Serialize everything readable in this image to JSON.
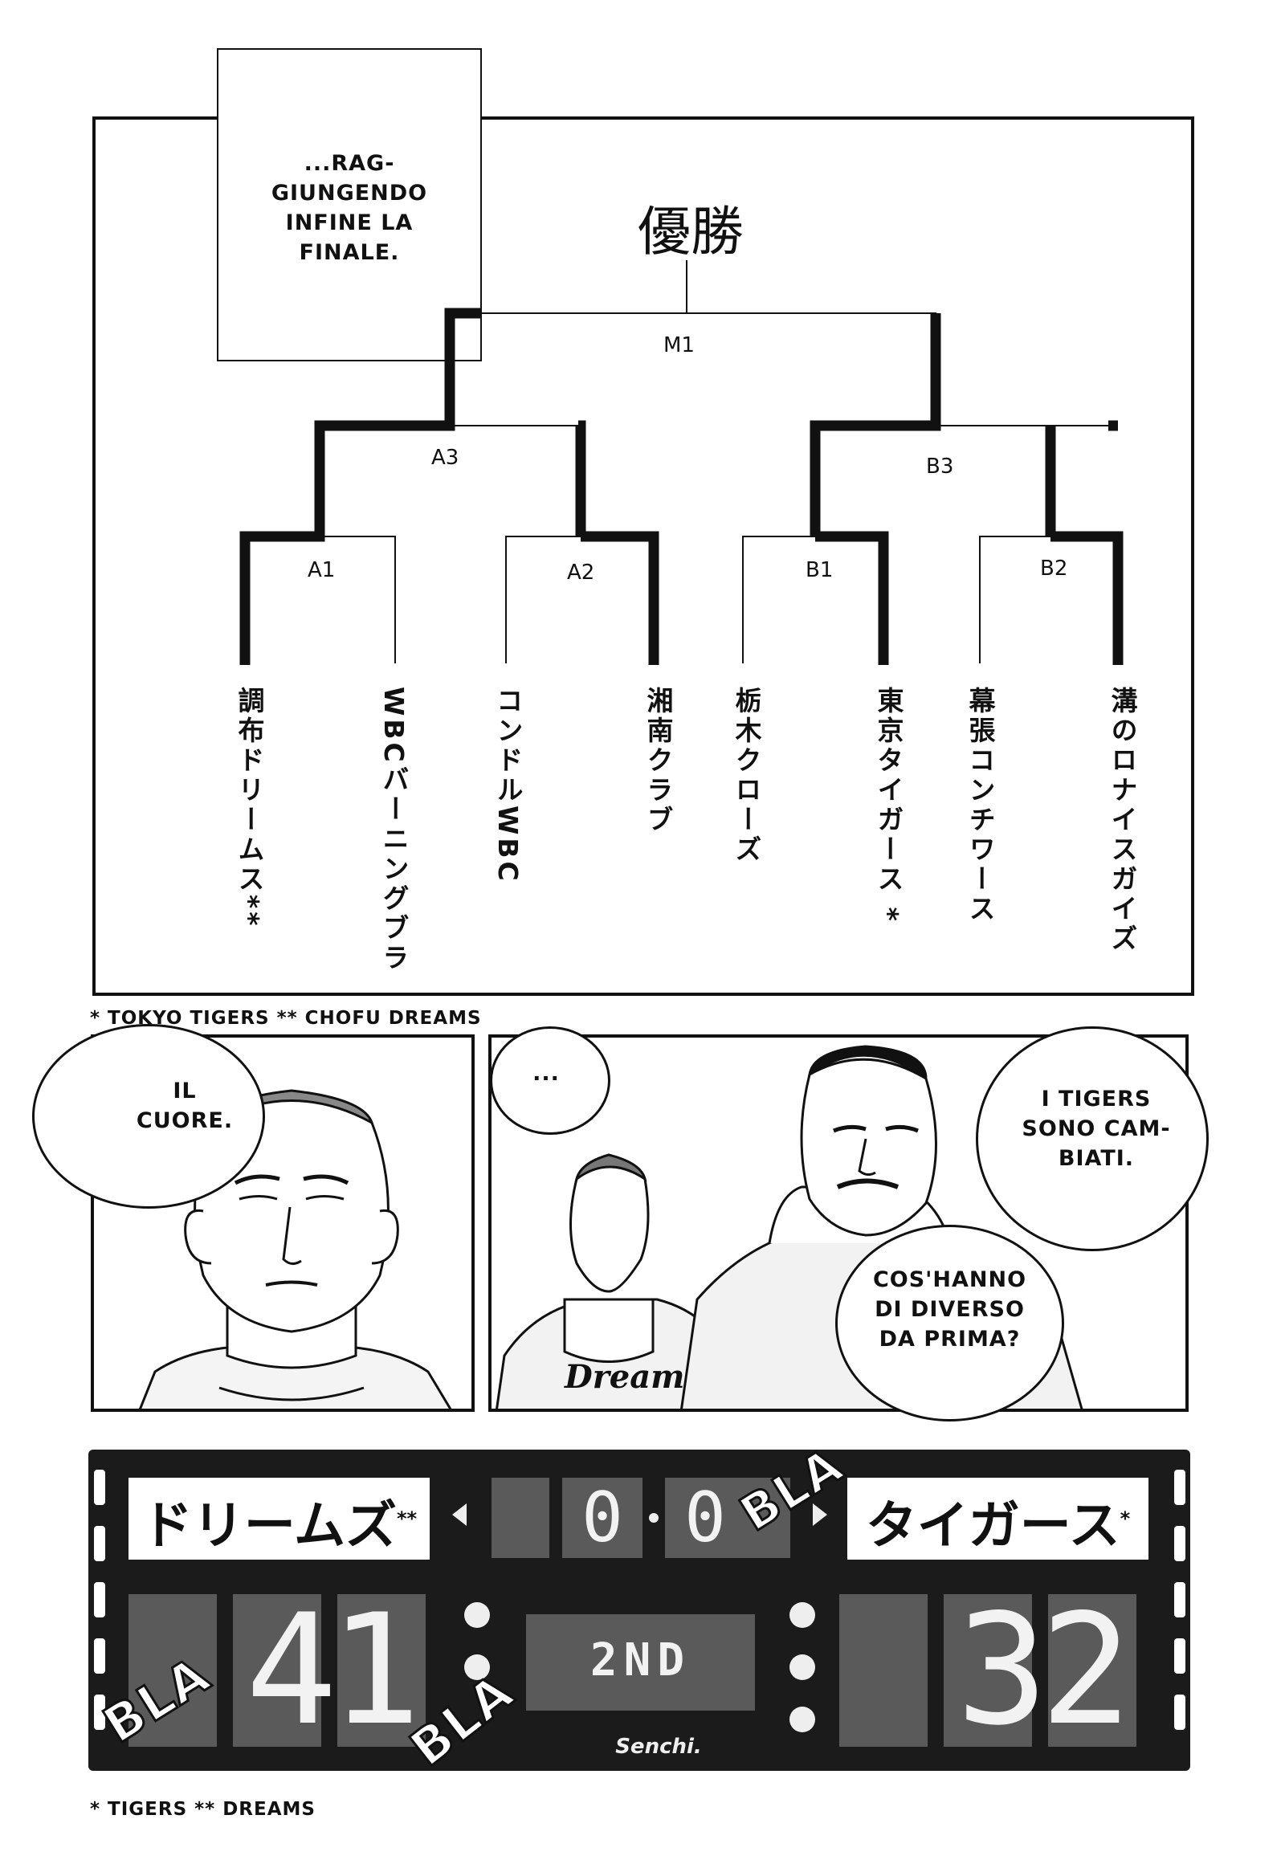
{
  "narration": {
    "box": "...RAG-\nGIUNGENDO\nINFINE LA\nFINALE."
  },
  "bracket": {
    "title": "優勝",
    "match_labels": {
      "final": "M1",
      "semi_a": "A3",
      "semi_b": "B3",
      "a1": "A1",
      "a2": "A2",
      "b1": "B1",
      "b2": "B2"
    },
    "teams": [
      "調布ドリームス**",
      "WBCバーニングブラ",
      "コンドルWBC",
      "湘南クラブ",
      "栃木クローズ",
      "東京タイガース *",
      "幕張コンチワース",
      "溝のロナイスガイズ"
    ]
  },
  "footnotes": {
    "top": "* TOKYO TIGERS ** CHOFU DREAMS",
    "bottom": "* TIGERS ** DREAMS"
  },
  "panel_left": {
    "speech": "IL\nCUORE."
  },
  "panel_right": {
    "speech_dots": "...",
    "speech_tigers": "I TIGERS\nSONO CAM-\nBIATI.",
    "speech_question": "COS'HANNO\nDI DIVERSO\nDA PRIMA?",
    "jersey_text": "Dream"
  },
  "scoreboard": {
    "home_name": "ドリームズ",
    "home_mark": "**",
    "away_name": "タイガース",
    "away_mark": "*",
    "fouls_home": "0",
    "fouls_away": "0",
    "home_score": "41",
    "away_score": "32",
    "period": "2ND",
    "brand": "Senchi.",
    "sfx": [
      "BLA",
      "BLA",
      "BLA"
    ]
  }
}
